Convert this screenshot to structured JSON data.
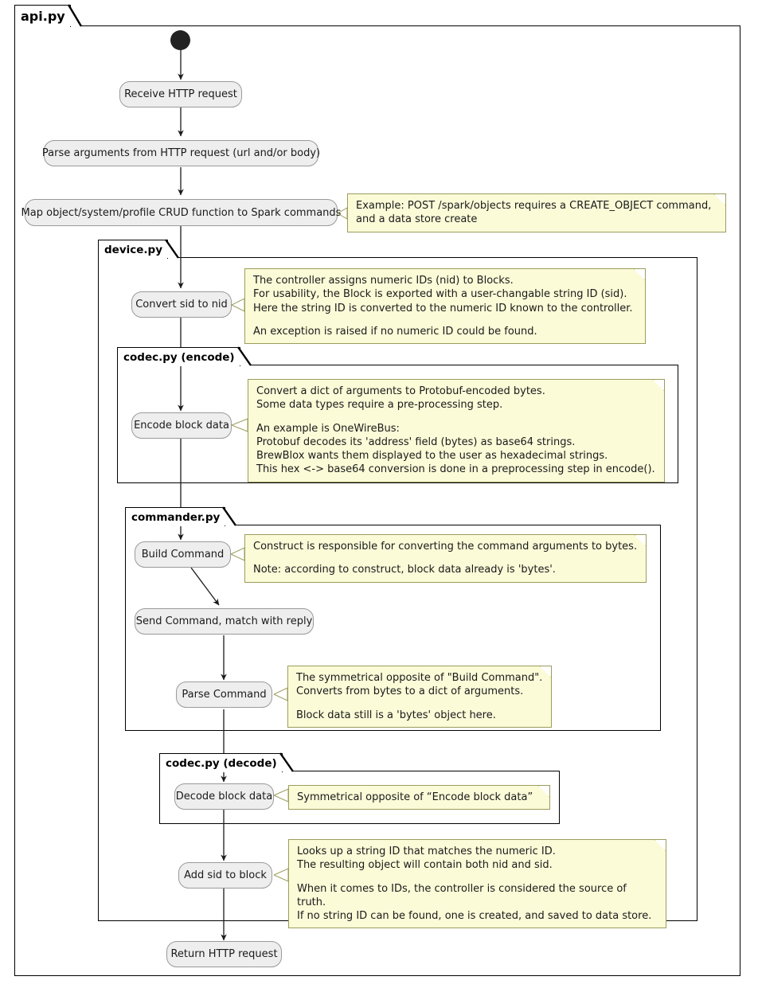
{
  "diagram": {
    "type": "uml-activity-diagram",
    "colors": {
      "activity_fill": "#EEEEEE",
      "activity_border": "#9A9A9A",
      "note_fill": "#FBFBD8",
      "note_border": "#9C9C5E",
      "frame_border": "#000000",
      "arrow": "#1a1a1a",
      "start_node": "#222222",
      "background": "#FFFFFF"
    }
  },
  "frames": {
    "api": {
      "label": "api.py"
    },
    "device": {
      "label": "device.py"
    },
    "codec_encode": {
      "label": "codec.py (encode)"
    },
    "commander": {
      "label": "commander.py"
    },
    "codec_decode": {
      "label": "codec.py (decode)"
    }
  },
  "activities": {
    "receive_http": "Receive HTTP request",
    "parse_args": "Parse arguments from HTTP request (url and/or body)",
    "map_crud": "Map object/system/profile CRUD function to Spark commands",
    "convert_sid_nid": "Convert sid to nid",
    "encode_block": "Encode block data",
    "build_command": "Build Command",
    "send_command": "Send Command, match with reply",
    "parse_command": "Parse Command",
    "decode_block": "Decode block data",
    "add_sid": "Add sid to block",
    "return_http": "Return HTTP request"
  },
  "notes": {
    "map_crud": [
      "Example: POST /spark/objects requires a CREATE_OBJECT command,",
      "and a data store create"
    ],
    "convert_sid_nid": [
      "The controller assigns numeric IDs (nid) to Blocks.",
      "For usability, the Block is exported with a user-changable string ID (sid).",
      "Here the string ID is converted to the numeric ID known to the controller.",
      "",
      "An exception is raised if no numeric ID could be found."
    ],
    "encode_block": [
      "Convert a dict of arguments to Protobuf-encoded bytes.",
      "Some data types require a pre-processing step.",
      "",
      "An example is OneWireBus:",
      "Protobuf decodes its 'address' field (bytes) as base64 strings.",
      "BrewBlox wants them displayed to the user as hexadecimal strings.",
      "This hex <-> base64 conversion is done in a preprocessing step in encode()."
    ],
    "build_command": [
      "Construct is responsible for converting the command arguments to bytes.",
      "",
      "Note: according to construct, block data already is 'bytes'."
    ],
    "parse_command": [
      "The symmetrical opposite of \"Build Command\".",
      "Converts from bytes to a dict of arguments.",
      "",
      "Block data still is a 'bytes' object here."
    ],
    "decode_block": [
      "Symmetrical opposite of “Encode block data”"
    ],
    "add_sid": [
      "Looks up a string ID that matches the numeric ID.",
      "The resulting object will contain both nid and sid.",
      "",
      "When it comes to IDs, the controller is considered the source of truth.",
      "If no string ID can be found, one is created, and saved to data store."
    ]
  }
}
